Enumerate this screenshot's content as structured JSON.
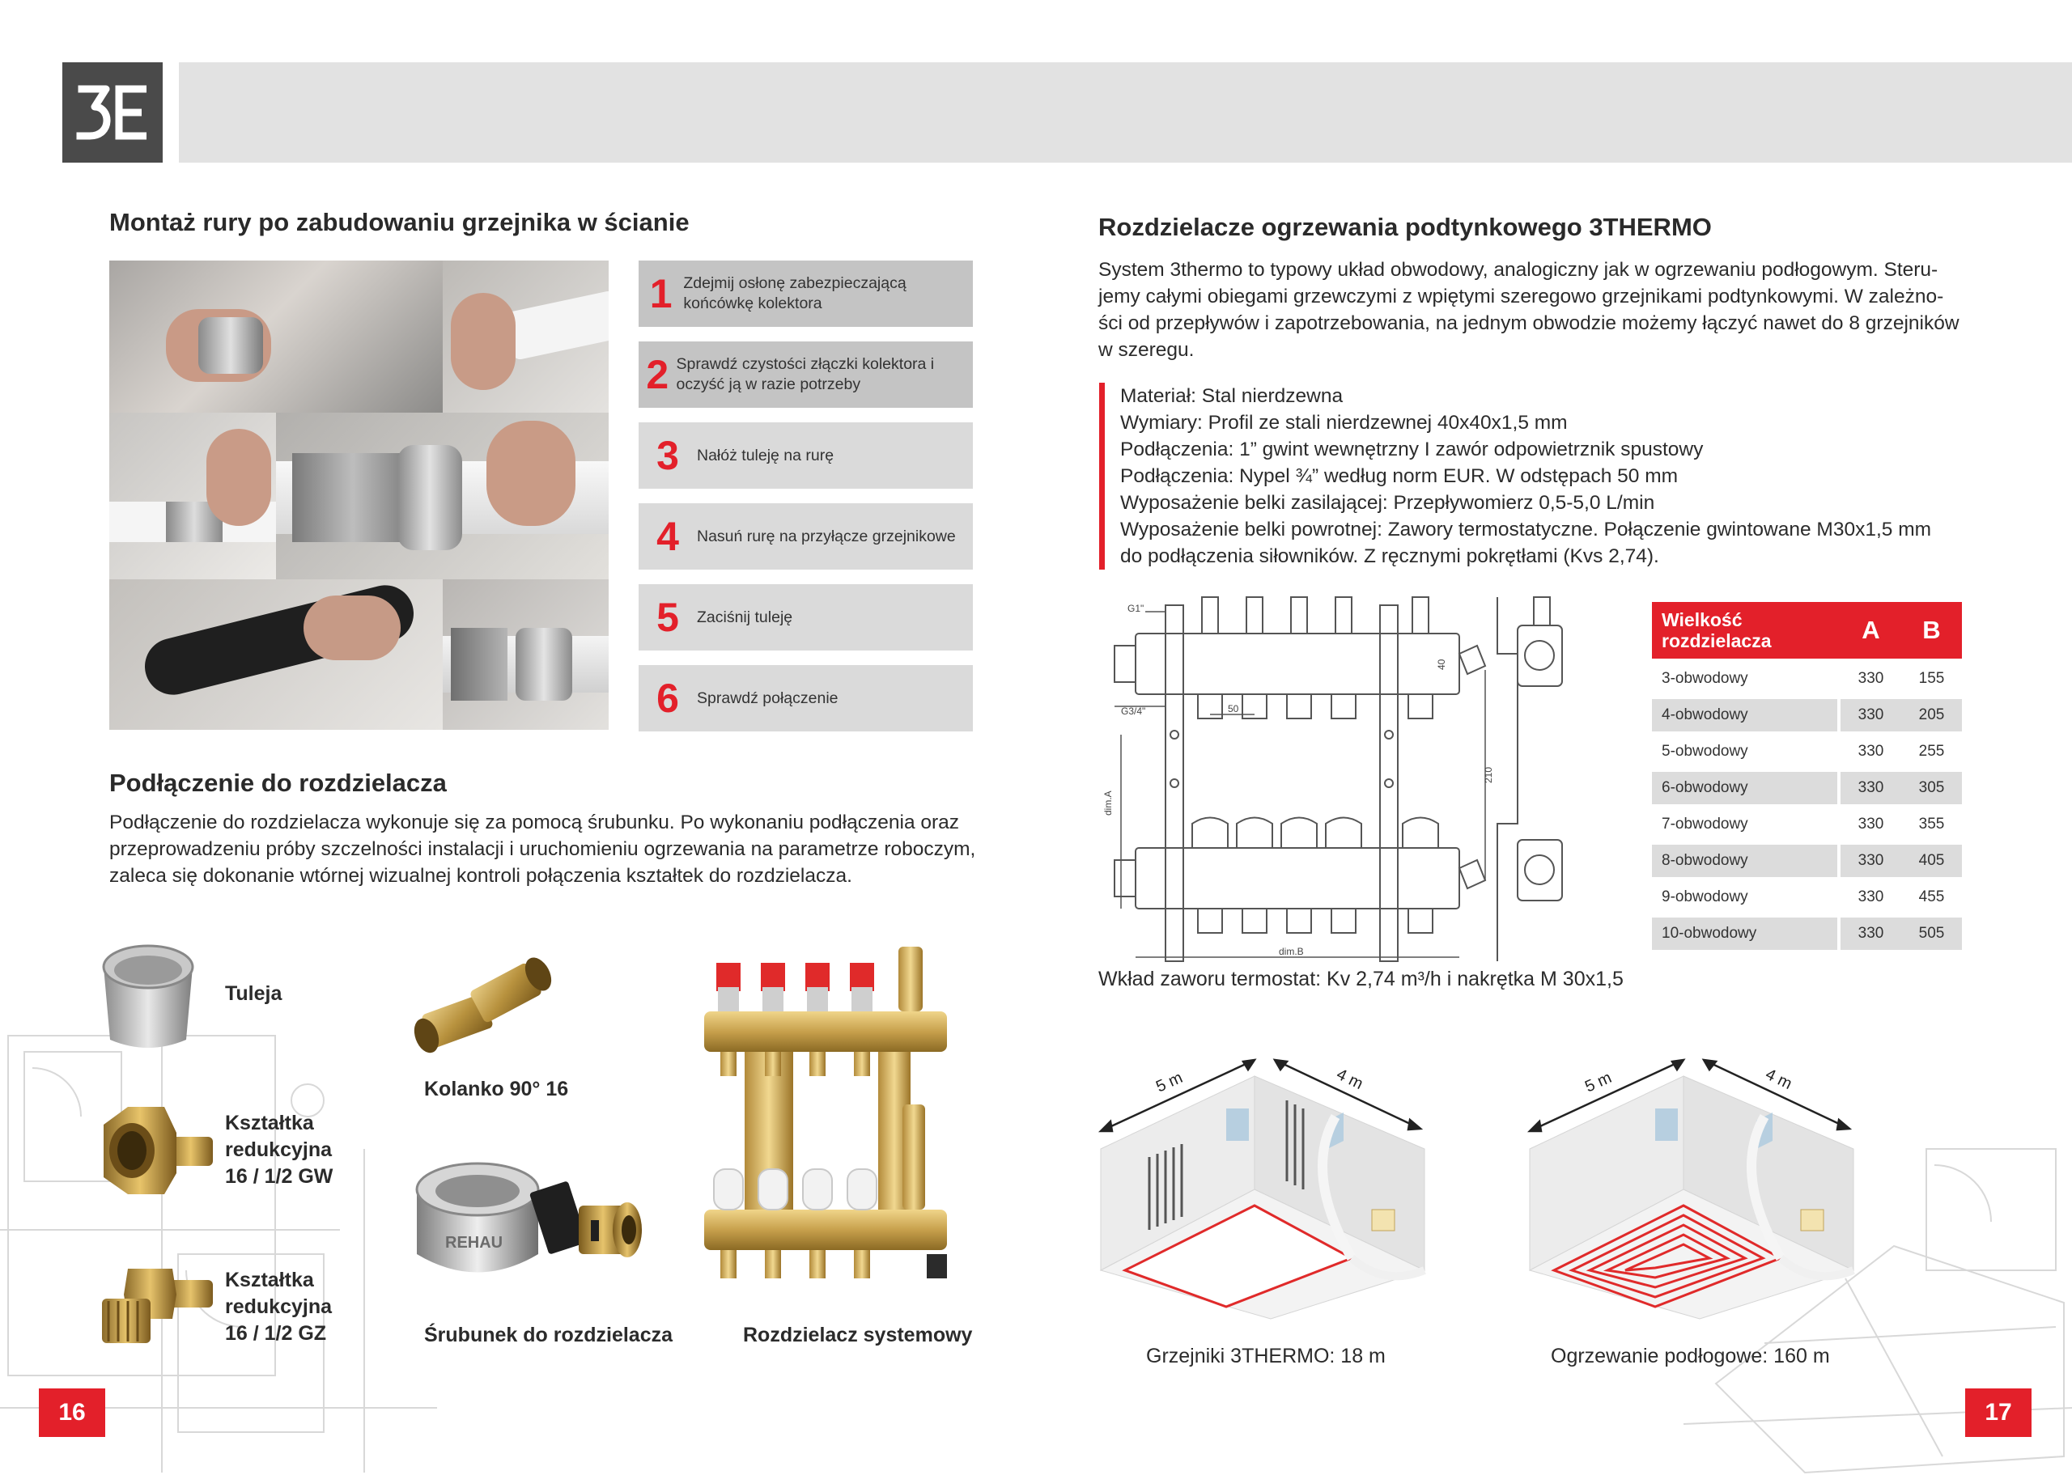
{
  "header": {
    "logo_text": "3E"
  },
  "left": {
    "title": "Montaż rury po zabudowaniu grzejnika w ścianie",
    "steps": [
      {
        "num": "1",
        "text": "Zdejmij osłonę zabezpieczającą końcówkę kolektora"
      },
      {
        "num": "2",
        "text": "Sprawdź czystości złączki kolektora i oczyść ją w razie potrzeby"
      },
      {
        "num": "3",
        "text": "Nałóż tuleję na rurę"
      },
      {
        "num": "4",
        "text": "Nasuń rurę na przyłącze grzejnikowe"
      },
      {
        "num": "5",
        "text": "Zaciśnij tuleję"
      },
      {
        "num": "6",
        "text": "Sprawdź połączenie"
      }
    ],
    "subtitle": "Podłączenie do rozdzielacza",
    "paragraph": "Podłączenie do rozdzielacza wykonuje się za pomocą śrubunku. Po wykonaniu podłączenia oraz przeprowadzeniu próby szczelności instalacji i uruchomieniu ogrzewania na parametrze roboczym, zaleca się dokonanie wtórnej wizualnej kontroli połączenia kształtek do rozdzielacza.",
    "products": {
      "tuleja": "Tuleja",
      "gw_line1": "Kształtka",
      "gw_line2": "redukcyjna",
      "gw_line3": "16 / 1/2 GW",
      "gz_line1": "Kształtka",
      "gz_line2": "redukcyjna",
      "gz_line3": "16 / 1/2 GZ",
      "kolanko": "Kolanko 90° 16",
      "srubunek": "Śrubunek do rozdzielacza",
      "rozdzielacz": "Rozdzielacz systemowy",
      "rehau_mark": "REHAU"
    },
    "page_number": "16"
  },
  "right": {
    "title": "Rozdzielacze ogrzewania podtynkowego 3THERMO",
    "intro_lines": [
      "System 3thermo to typowy układ obwodowy, analogiczny jak w ogrzewaniu podłogowym. Steru-",
      "jemy całymi obiegami grzewczymi z wpiętymi szeregowo grzejnikami podtynkowymi. W zależno-",
      "ści od przepływów i zapotrzebowania, na jednym obwodzie możemy łączyć nawet do 8 grzejników",
      "w szeregu."
    ],
    "specs": [
      "Materiał: Stal nierdzewna",
      "Wymiary: Profil ze stali nierdzewnej 40x40x1,5 mm",
      "Podłączenia: 1” gwint wewnętrzny I zawór odpowietrznik spustowy",
      "Podłączenia: Nypel ¾” według norm EUR. W odstępach 50 mm",
      "Wyposażenie belki zasilającej: Przepływomierz 0,5-5,0 L/min",
      "Wyposażenie belki powrotnej: Zawory termostatyczne. Połączenie gwintowane M30x1,5 mm",
      "do podłączenia siłowników. Z ręcznymi pokrętłami (Kvs 2,74)."
    ],
    "drawing_labels": {
      "g1": "G1\"",
      "g34": "G3/4\"",
      "d50": "50",
      "d40": "40",
      "d210": "210",
      "dimA": "dim.A",
      "dimB": "dim.B"
    },
    "table": {
      "headers": [
        "Wielkość rozdzielacza",
        "A",
        "B"
      ],
      "rows": [
        [
          "3-obwodowy",
          "330",
          "155"
        ],
        [
          "4-obwodowy",
          "330",
          "205"
        ],
        [
          "5-obwodowy",
          "330",
          "255"
        ],
        [
          "6-obwodowy",
          "330",
          "305"
        ],
        [
          "7-obwodowy",
          "330",
          "355"
        ],
        [
          "8-obwodowy",
          "330",
          "405"
        ],
        [
          "9-obwodowy",
          "330",
          "455"
        ],
        [
          "10-obwodowy",
          "330",
          "505"
        ]
      ]
    },
    "valve_note": "Wkład zaworu termostat:  Kv 2,74 m³/h  i nakrętka M 30x1,5",
    "room1": {
      "dim_a": "5 m",
      "dim_b": "4 m",
      "caption": "Grzejniki 3THERMO: 18 m"
    },
    "room2": {
      "dim_a": "5 m",
      "dim_b": "4 m",
      "caption": "Ogrzewanie podłogowe: 160 m"
    },
    "page_number": "17"
  },
  "colors": {
    "accent": "#e3202a",
    "header_bar": "#e2e2e2",
    "logo_bg": "#4a4a4a"
  }
}
